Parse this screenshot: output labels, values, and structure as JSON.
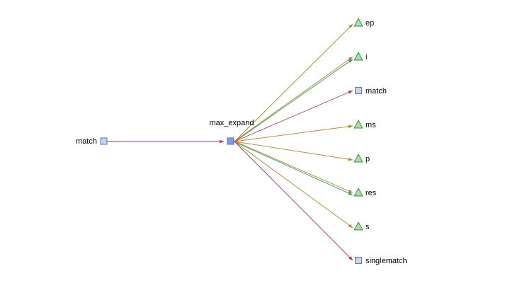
{
  "colors": {
    "edge_calls": "#b03a5f",
    "edge_var_orange": "#b8862a",
    "edge_var_green": "#2f9a6a",
    "func_fill": "#c9d3ef",
    "func_stroke": "#5a6fb8",
    "center_fill": "#7e9be6",
    "var_fill": "#a8dca8",
    "var_stroke": "#3d8a3d"
  },
  "diagram": {
    "source": {
      "label": "match",
      "shape": "square"
    },
    "center": {
      "label": "max_expand",
      "shape": "square"
    },
    "targets": [
      {
        "id": "ep",
        "label": "ep",
        "shape": "triangle",
        "edges": [
          "orange"
        ]
      },
      {
        "id": "i",
        "label": "i",
        "shape": "triangle",
        "edges": [
          "orange",
          "green"
        ]
      },
      {
        "id": "match",
        "label": "match",
        "shape": "square",
        "edges": [
          "calls"
        ]
      },
      {
        "id": "ms",
        "label": "ms",
        "shape": "triangle",
        "edges": [
          "orange"
        ]
      },
      {
        "id": "p",
        "label": "p",
        "shape": "triangle",
        "edges": [
          "orange"
        ]
      },
      {
        "id": "res",
        "label": "res",
        "shape": "triangle",
        "edges": [
          "orange",
          "green"
        ]
      },
      {
        "id": "s",
        "label": "s",
        "shape": "triangle",
        "edges": [
          "orange"
        ]
      },
      {
        "id": "singlematch",
        "label": "singlematch",
        "shape": "square",
        "edges": [
          "calls"
        ]
      }
    ]
  }
}
